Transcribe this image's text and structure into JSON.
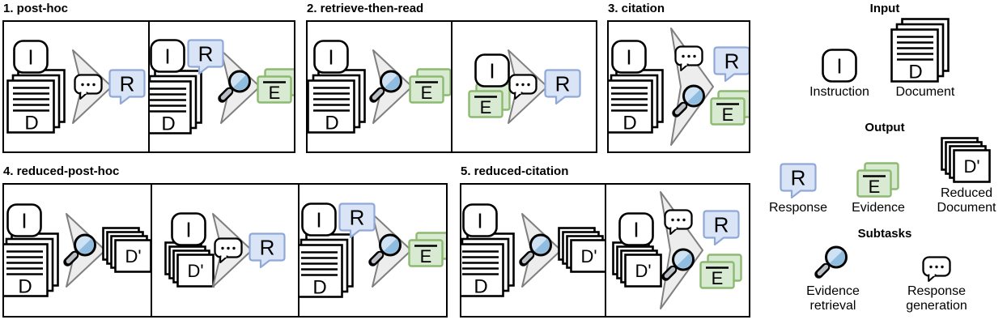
{
  "figure": {
    "background": "#ffffff"
  },
  "colors": {
    "ink": "#000000",
    "blue_fill": "#d9e4f6",
    "blue_stroke": "#8fa8d8",
    "green_fill": "#d9ead3",
    "green_stroke": "#8cba70",
    "arrow_fill": "#ededed",
    "arrow_stroke": "#7f7f7f",
    "lens_light": "#cfe2f3",
    "lens_dark": "#8fbcdf",
    "handle": "#b9bfc4"
  },
  "glyphs": {
    "instruction": "I",
    "document": "D",
    "reduced_document": "D'",
    "response": "R",
    "evidence": "E"
  },
  "panels": [
    {
      "title": "1. post-hoc",
      "boxes": [
        {
          "top": [
            "instruction"
          ],
          "bottom": [
            "document"
          ],
          "subtasks": [
            "response-generation"
          ],
          "outputs": [
            "response"
          ]
        },
        {
          "top": [
            "instruction",
            "response"
          ],
          "bottom": [
            "document"
          ],
          "subtasks": [
            "evidence-retrieval"
          ],
          "outputs": [
            "evidence"
          ]
        }
      ]
    },
    {
      "title": "2. retrieve-then-read",
      "boxes": [
        {
          "top": [
            "instruction"
          ],
          "bottom": [
            "document"
          ],
          "subtasks": [
            "evidence-retrieval"
          ],
          "outputs": [
            "evidence"
          ]
        },
        {
          "top": [
            "instruction"
          ],
          "bottom": [
            "evidence"
          ],
          "subtasks": [
            "response-generation"
          ],
          "outputs": [
            "response"
          ]
        }
      ]
    },
    {
      "title": "3. citation",
      "boxes": [
        {
          "top": [
            "instruction"
          ],
          "bottom": [
            "document"
          ],
          "subtasks": [
            "response-generation",
            "evidence-retrieval"
          ],
          "outputs": [
            "response",
            "evidence"
          ]
        }
      ]
    },
    {
      "title": "4. reduced-post-hoc",
      "boxes": [
        {
          "top": [
            "instruction"
          ],
          "bottom": [
            "document"
          ],
          "subtasks": [
            "evidence-retrieval"
          ],
          "outputs": [
            "reduced-document"
          ]
        },
        {
          "top": [
            "instruction"
          ],
          "bottom": [
            "reduced-document"
          ],
          "subtasks": [
            "response-generation"
          ],
          "outputs": [
            "response"
          ]
        },
        {
          "top": [
            "instruction",
            "response"
          ],
          "bottom": [
            "document"
          ],
          "subtasks": [
            "evidence-retrieval"
          ],
          "outputs": [
            "evidence"
          ]
        }
      ]
    },
    {
      "title": "5. reduced-citation",
      "boxes": [
        {
          "top": [
            "instruction"
          ],
          "bottom": [
            "document"
          ],
          "subtasks": [
            "evidence-retrieval"
          ],
          "outputs": [
            "reduced-document"
          ]
        },
        {
          "top": [
            "instruction"
          ],
          "bottom": [
            "reduced-document"
          ],
          "subtasks": [
            "response-generation",
            "evidence-retrieval"
          ],
          "outputs": [
            "response",
            "evidence"
          ]
        }
      ]
    }
  ],
  "legend": {
    "sections": [
      {
        "heading": "Input",
        "items": [
          {
            "icon": "instruction",
            "label": "Instruction"
          },
          {
            "icon": "document",
            "label": "Document"
          }
        ]
      },
      {
        "heading": "Output",
        "items": [
          {
            "icon": "response",
            "label": "Response"
          },
          {
            "icon": "evidence",
            "label": "Evidence"
          },
          {
            "icon": "reduced-document",
            "label": "Reduced Document"
          }
        ]
      },
      {
        "heading": "Subtasks",
        "items": [
          {
            "icon": "evidence-retrieval",
            "label": "Evidence retrieval"
          },
          {
            "icon": "response-generation",
            "label": "Response generation"
          }
        ]
      }
    ]
  }
}
